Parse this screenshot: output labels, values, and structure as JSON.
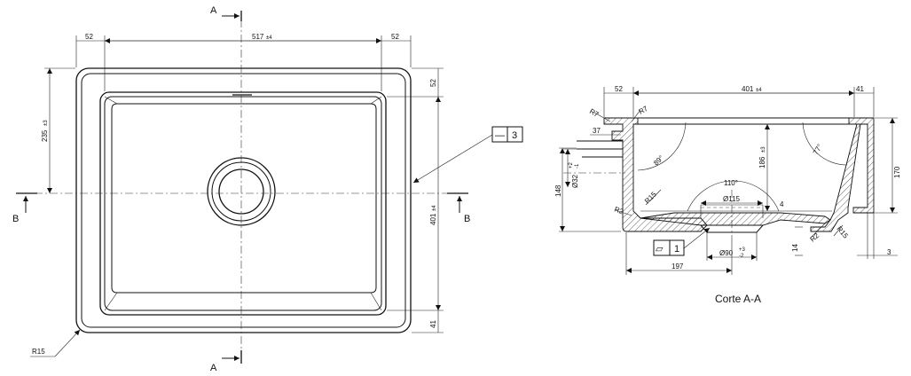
{
  "section_markers": {
    "a": "A",
    "b": "B"
  },
  "top_view": {
    "dim_left_52": "52",
    "dim_width_517": "517",
    "dim_width_tol": "±4",
    "dim_right_52": "52",
    "dim_right_top_52": "52",
    "dim_height_235": "235",
    "dim_height_235_tol": "±3",
    "dim_height_401": "401",
    "dim_height_401_tol": "±4",
    "dim_bottom_41": "41",
    "radius_label": "R15",
    "flatness_symbol": "—",
    "flatness_value": "3"
  },
  "section_view": {
    "dim_top_52": "52",
    "dim_top_401": "401",
    "dim_top_401_tol": "±4",
    "dim_top_41": "41",
    "r7_left": "R7",
    "r7_right": "R7",
    "dim_37": "37",
    "dim_phi32": "Ø32",
    "dim_phi32_tol_plus": "+2",
    "dim_phi32_tol_minus": "-1",
    "angle_89": "89°",
    "dim_186": "186",
    "dim_186_tol": "±3",
    "angle_77": "77°",
    "dim_170": "170",
    "dim_148": "148",
    "angle_110": "110°",
    "dim_phi115": "Ø115",
    "dim_4": "4",
    "r15_left": "R15",
    "r2_left": "R2",
    "r2_right": "R2",
    "r15_right": "R15",
    "dim_14": "14",
    "dim_3": "3",
    "parallel_symbol": "▱",
    "parallel_value": "1",
    "dim_phi90": "Ø90",
    "dim_phi90_tol_plus": "+3",
    "dim_phi90_tol_minus": "-2",
    "dim_197": "197",
    "caption": "Corte A-A"
  }
}
